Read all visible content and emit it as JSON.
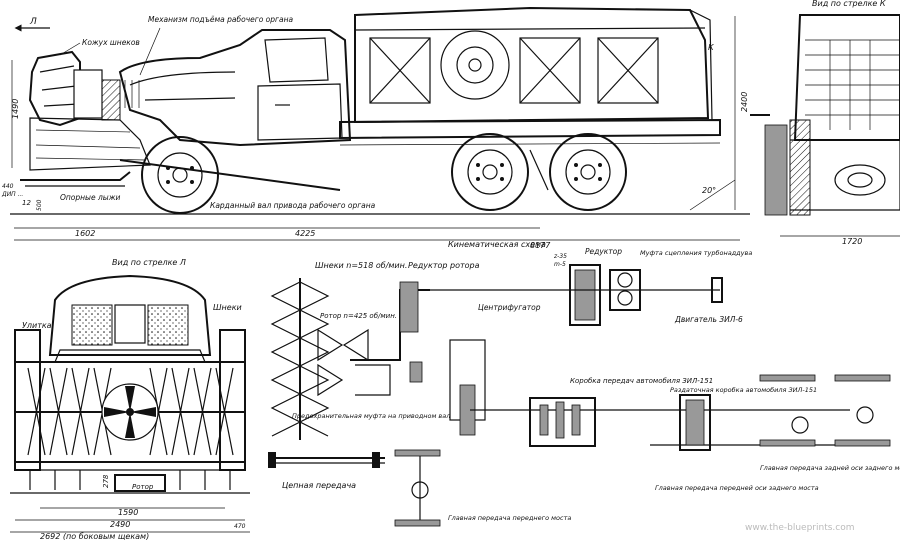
{
  "side_view": {
    "arrow_label": "Л",
    "view_k_label": "Вид по стрелке К",
    "k_marker": "К",
    "labels": {
      "kozhukh": "Кожух шнеков",
      "mechanism": "Механизм подъёма рабочего органа",
      "front_skis": "Опорные лыжи",
      "cardan": "Карданный вал привода рабочего органа"
    },
    "dims": {
      "height_left": "1490",
      "small_left_a": "12",
      "small_left_b": "500",
      "small_left_c": "440",
      "dim_1602": "1602",
      "dim_4225": "4225",
      "dim_8177": "8177",
      "dim_2400": "2400",
      "angle": "20°",
      "dim_1720": "1720"
    },
    "tire_text": "ДИП ..."
  },
  "front_view": {
    "title": "Вид по стрелке Л",
    "labels": {
      "ulitka": "Улитка",
      "shneki": "Шнеки",
      "rotor": "Ротор"
    },
    "dims": {
      "dim_1590": "1590",
      "dim_2490": "2490",
      "dim_470": "470",
      "dim_2692": "2692 (по боковым щекам)",
      "dim_278": "278"
    }
  },
  "scheme": {
    "title": "Кинематическая схема",
    "labels": {
      "shnek": "Шнеки n=518 об/мин.",
      "reductor_rotor": "Редуктор ротора",
      "reductor": "Редуктор",
      "gear_ratio_a": "z-35",
      "gear_ratio_b": "m-5",
      "mufta_turbo": "Муфта сцепления турбонаддува",
      "engine": "Двигатель ЗИЛ-6",
      "rotor_speed": "Ротор n=425 об/мин.",
      "centrifugal": "Центрифугатор",
      "safety_clutch": "Предохранительная муфта на приводном валу",
      "chain": "Цепная передача",
      "gearbox": "Коробка передач автомобиля ЗИЛ-151",
      "transfer_box": "Раздаточная коробка автомобиля ЗИЛ-151",
      "rear_drive": "Главная передача задней оси заднего моста",
      "main_drive": "Главная передача передней оси заднего моста",
      "front_axle_drive": "Главная передача переднего моста"
    }
  },
  "watermark": "www.the-blueprints.com"
}
